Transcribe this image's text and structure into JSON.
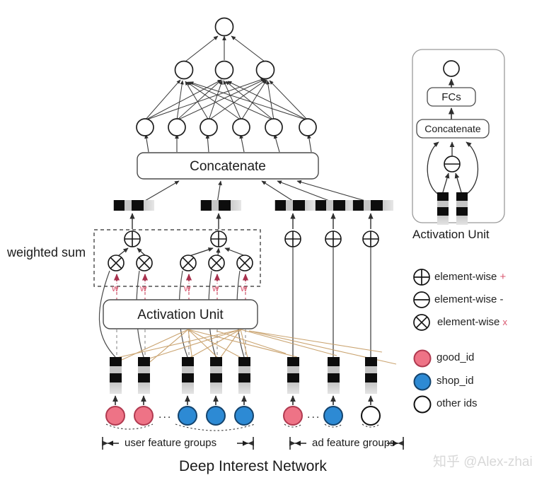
{
  "title": "Deep Interest Network",
  "figure": {
    "main_caption": "Deep Interest Network",
    "weighted_sum_label": "weighted sum",
    "concatenate_label": "Concatenate",
    "activation_unit_label": "Activation Unit",
    "user_group_bracket": "user feature groups",
    "ad_group_bracket": "ad feature groups",
    "ellipsis": "...",
    "weight_label": "w"
  },
  "activation_unit_panel": {
    "caption": "Activation Unit",
    "fcs_label": "FCs",
    "concatenate_label": "Concatenate",
    "minus_symbol": "⊖"
  },
  "legend": {
    "operations": [
      {
        "icon": "circle-plus-icon",
        "symbol": "⊕",
        "label": "element-wise",
        "op": "+"
      },
      {
        "icon": "circle-minus-icon",
        "symbol": "⊖",
        "label": "element-wise",
        "op": "-"
      },
      {
        "icon": "circle-times-icon",
        "symbol": "⊗",
        "label": "element-wise",
        "op": "x"
      }
    ],
    "nodes": [
      {
        "icon": "good-id-circle-icon",
        "label": "good_id",
        "color": "#ee7386"
      },
      {
        "icon": "shop-id-circle-icon",
        "label": "shop_id",
        "color": "#2d8ad4"
      },
      {
        "icon": "other-ids-circle-icon",
        "label": "other ids",
        "color": "#ffffff"
      }
    ]
  },
  "colors": {
    "good_id": "#ee7386",
    "good_id_stroke": "#b03a50",
    "shop_id": "#2d8ad4",
    "shop_id_stroke": "#14436c",
    "other_id": "#ffffff",
    "other_id_stroke": "#111111",
    "weight_red": "#c0334f",
    "activation_link": "#c8a06a",
    "embed_bg": "#c9c9c9",
    "embed_block": "#0d0d0d",
    "line": "#3a3a3a"
  },
  "watermark": "知乎 @Alex-zhai",
  "mlp": {
    "output_nodes": 1,
    "hidden_nodes": 3,
    "input_nodes": 6
  },
  "feature_groups": {
    "user": [
      {
        "type": "good_id"
      },
      {
        "type": "good_id"
      },
      {
        "type": "ellipsis"
      },
      {
        "type": "shop_id"
      },
      {
        "type": "shop_id"
      },
      {
        "type": "shop_id"
      }
    ],
    "ad": [
      {
        "type": "good_id"
      },
      {
        "type": "ellipsis"
      },
      {
        "type": "shop_id"
      },
      {
        "type": "other_id"
      }
    ]
  },
  "operators": {
    "sum_count": 5,
    "mul_count": 5
  }
}
